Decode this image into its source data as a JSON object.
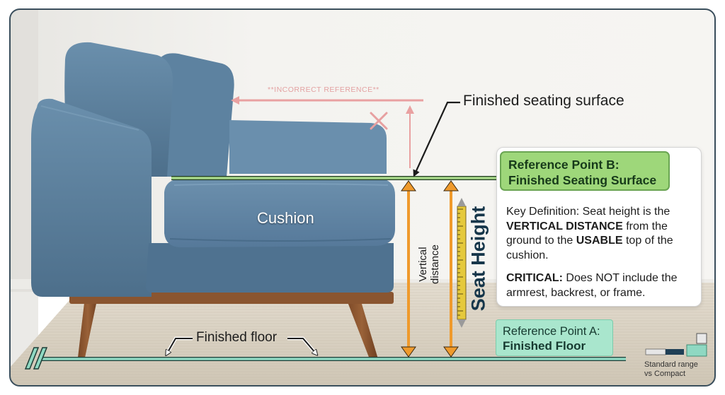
{
  "labels": {
    "incorrect_reference": "**INCORRECT REFERENCE**",
    "finished_seating_surface": "Finished seating surface",
    "cushion": "Cushion",
    "finished_floor": "Finished floor",
    "vertical_distance_line1": "Vertical",
    "vertical_distance_line2": "distance",
    "seat_height": "Seat Height"
  },
  "reference_b": {
    "line1": "Reference Point B:",
    "line2": "Finished Seating Surface"
  },
  "definition": {
    "part1": "Key Definition: Seat height is the ",
    "emphasis1": "VERTICAL DISTANCE",
    "part2": " from the ground to the ",
    "emphasis2": "USABLE",
    "part3": " top of the cushion."
  },
  "critical": {
    "label": "CRITICAL:",
    "text": " Does NOT include the armrest, backrest, or frame."
  },
  "reference_a": {
    "line1": "Reference Point A:",
    "line2": "Finished Floor"
  },
  "legend": {
    "line1": "Standard range",
    "line2": "vs Compact"
  },
  "colors": {
    "sofa": "#5b7f9c",
    "sofa_dark": "#3f627e",
    "surface_line": "#a8d98a",
    "floor_line": "#8fd8c2",
    "arrow": "#ef9a2c",
    "incorrect": "#e9a1a1",
    "ruler": "#e5c93c",
    "wall": "#f2f1ee",
    "carpet": "#d9d2c4",
    "legs": "#8a5530"
  },
  "icons": [
    "incorrect-x-icon",
    "floor-break-icon",
    "range-bars-icon"
  ]
}
